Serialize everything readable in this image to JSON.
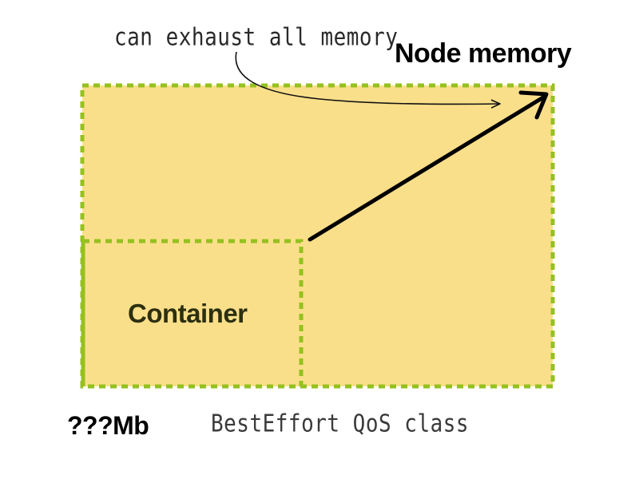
{
  "diagram": {
    "annotation": "can exhaust all memory",
    "node_title": "Node memory",
    "container_label": "Container",
    "memory_size": "???Mb",
    "qos_class": "BestEffort QoS class",
    "colors": {
      "fill": "#FADF8A",
      "dash": "#95C11F",
      "arrow": "#000000",
      "annotation_line": "#111111"
    }
  }
}
